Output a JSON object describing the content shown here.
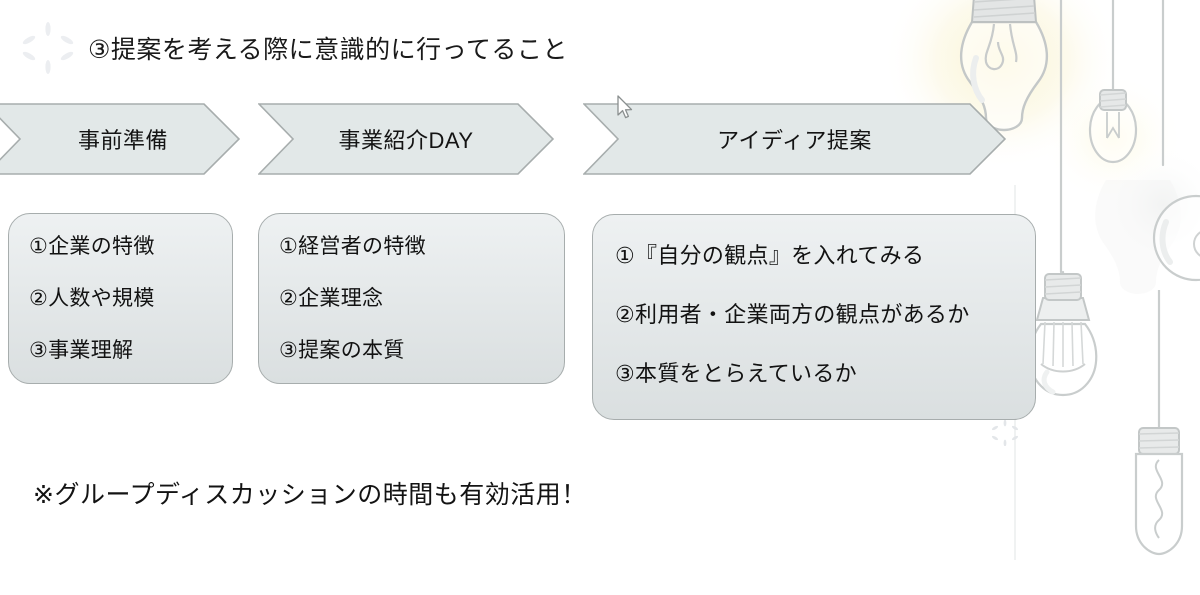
{
  "slide": {
    "title": "③提案を考える際に意識的に行ってること",
    "footer_note": "※グループディスカッションの時間も有効活用！",
    "background_color": "#ffffff",
    "accent_fill": "#e2e8e8",
    "accent_stroke": "#a7adad",
    "text_color": "#141414",
    "decor_bulb_stroke": "#c9cdcd",
    "decor_glow": "#f9f3d4"
  },
  "icons": {
    "title_sparkle": "sparkle-icon",
    "corner_sparkle": "sparkle-icon",
    "cursor": "mouse-pointer-icon",
    "bulb_pear": "lightbulb-icon",
    "bulb_edison": "lightbulb-edison-icon",
    "bulb_led": "lightbulb-led-icon",
    "bulb_tube": "lightbulb-tube-icon"
  },
  "phases": [
    {
      "label": "事前準備"
    },
    {
      "label": "事業紹介DAY"
    },
    {
      "label": "アイディア提案"
    }
  ],
  "detail_boxes": [
    {
      "phase": "事前準備",
      "lines": [
        "①企業の特徴",
        "②人数や規模",
        "③事業理解"
      ]
    },
    {
      "phase": "事業紹介DAY",
      "lines": [
        "①経営者の特徴",
        "②企業理念",
        "③提案の本質"
      ]
    },
    {
      "phase": "アイディア提案",
      "lines": [
        "①『自分の観点』を入れてみる",
        "②利用者・企業両方の観点があるか",
        "③本質をとらえているか"
      ]
    }
  ]
}
